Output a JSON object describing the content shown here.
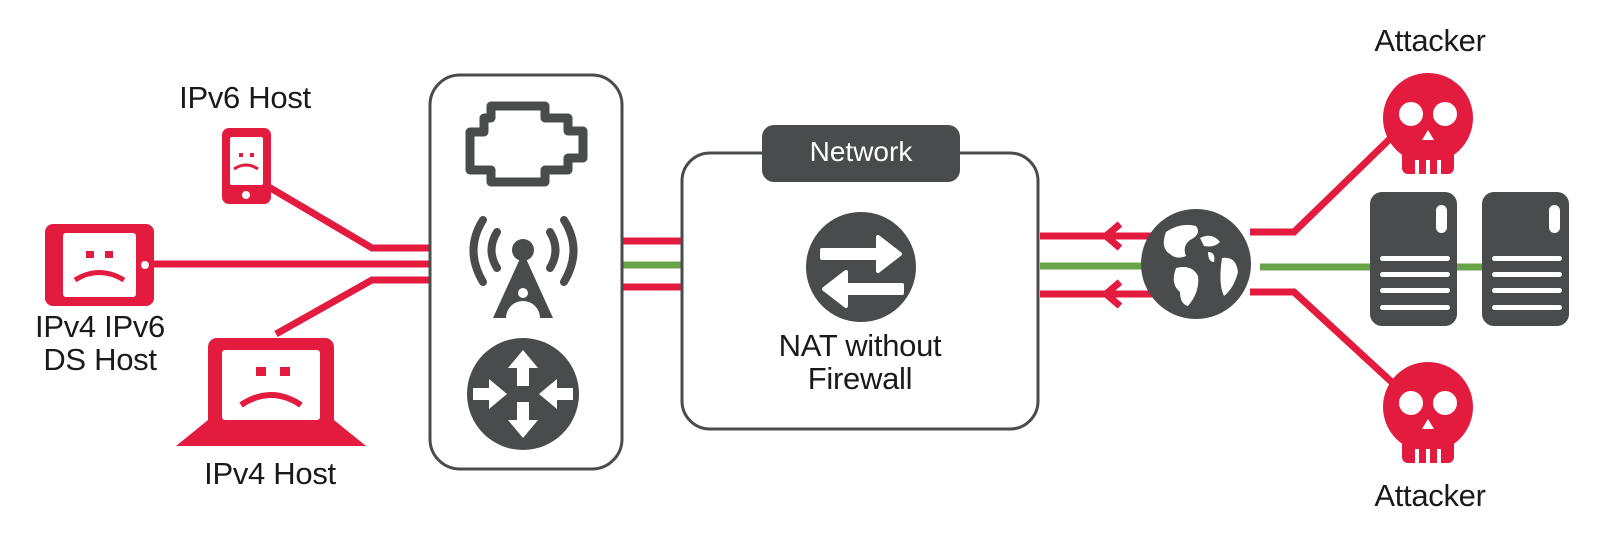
{
  "colors": {
    "threat": "#e31b3f",
    "safe": "#68a34a",
    "device": "#4a4b4d",
    "outline": "#4a4b4d",
    "background": "#ffffff"
  },
  "hosts": {
    "ipv6": {
      "label": "IPv6 Host",
      "icon": "smartphone-sad-icon"
    },
    "dual_stack": {
      "label_line1": "IPv4 IPv6",
      "label_line2": "DS Host",
      "icon": "tablet-sad-icon"
    },
    "ipv4": {
      "label": "IPv4 Host",
      "icon": "laptop-sad-icon"
    }
  },
  "gateway": {
    "icons": [
      "cloud-icon",
      "wireless-tower-icon",
      "router-icon"
    ]
  },
  "network": {
    "tab_label": "Network",
    "icon": "nat-swap-arrows-icon",
    "caption_line1": "NAT without",
    "caption_line2": "Firewall"
  },
  "internet": {
    "icon": "globe-icon"
  },
  "servers": {
    "icons": [
      "server-icon",
      "server-icon"
    ]
  },
  "attackers": [
    {
      "label": "Attacker",
      "icon": "skull-icon",
      "position": "top"
    },
    {
      "label": "Attacker",
      "icon": "skull-icon",
      "position": "bottom"
    }
  ],
  "links": [
    {
      "from": "ipv6-host",
      "to": "gateway",
      "type": "threat"
    },
    {
      "from": "ds-host",
      "to": "gateway",
      "type": "threat"
    },
    {
      "from": "ipv4-host",
      "to": "gateway",
      "type": "threat"
    },
    {
      "from": "gateway",
      "to": "network",
      "type": "threat"
    },
    {
      "from": "gateway",
      "to": "network",
      "type": "safe"
    },
    {
      "from": "gateway",
      "to": "network",
      "type": "threat"
    },
    {
      "from": "internet",
      "to": "network",
      "type": "threat",
      "direction": "inbound"
    },
    {
      "from": "internet",
      "to": "network",
      "type": "safe"
    },
    {
      "from": "internet",
      "to": "network",
      "type": "threat",
      "direction": "inbound"
    },
    {
      "from": "attacker-top",
      "to": "internet",
      "type": "threat"
    },
    {
      "from": "servers",
      "to": "internet",
      "type": "safe"
    },
    {
      "from": "attacker-bottom",
      "to": "internet",
      "type": "threat"
    }
  ]
}
